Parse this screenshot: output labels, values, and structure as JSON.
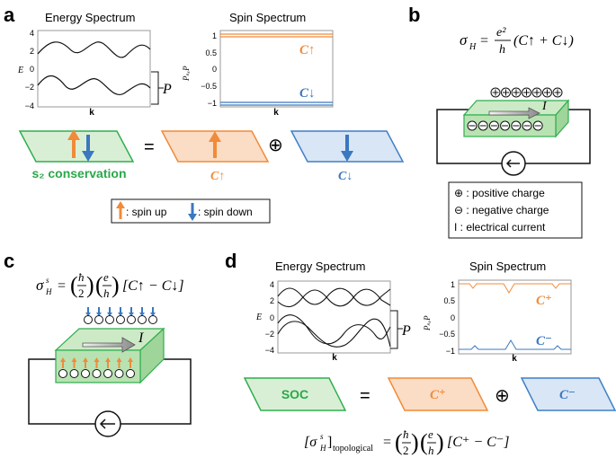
{
  "panels": {
    "a": {
      "label": "a",
      "energy_title": "Energy Spectrum",
      "spin_title": "Spin Spectrum",
      "energy_ylabel": "E",
      "energy_yticks": [
        "4",
        "2",
        "0",
        "−2",
        "−4"
      ],
      "energy_xlabel": "k",
      "band_label": "P",
      "spin_ylabel": "PₛₓP",
      "spin_yticks": [
        "1",
        "0.5",
        "0",
        "−0.5",
        "−1"
      ],
      "spin_xlabel": "k",
      "c_up": "C↑",
      "c_down": "C↓",
      "conservation_label": "s₂ conservation",
      "equals": "=",
      "oplus": "⊕",
      "legend_up": ": spin up",
      "legend_down": ": spin down"
    },
    "b": {
      "label": "b",
      "formula": "σH = (e²/h)(C↑ + C↓)",
      "formula_lhs": "σ",
      "formula_lhs_sub": "H",
      "formula_eq": "=",
      "formula_num": "e²",
      "formula_den": "h",
      "formula_paren": "(C↑ + C↓)",
      "current_label": "I",
      "legend_pos": "⊕ : positive charge",
      "legend_neg": "⊖ : negative charge",
      "legend_cur": "I  : electrical current"
    },
    "c": {
      "label": "c",
      "formula_lhs": "σ",
      "formula_lhs_sup": "s",
      "formula_lhs_sub": "H",
      "formula_eq": "=",
      "formula_num1": "ħ",
      "formula_den1": "2",
      "formula_num2": "e",
      "formula_den2": "h",
      "formula_tail": "[C↑ − C↓]",
      "current_label": "I"
    },
    "d": {
      "label": "d",
      "energy_title": "Energy Spectrum",
      "spin_title": "Spin Spectrum",
      "energy_ylabel": "E",
      "energy_yticks": [
        "4",
        "2",
        "0",
        "−2",
        "−4"
      ],
      "energy_xlabel": "k",
      "band_label": "P",
      "spin_ylabel": "PₛₓP",
      "spin_yticks": [
        "1",
        "0.5",
        "0",
        "−0.5",
        "−1"
      ],
      "spin_xlabel": "k",
      "c_plus": "C⁺",
      "c_minus": "C⁻",
      "soc_label": "SOC",
      "equals": "=",
      "oplus": "⊕",
      "bottom_formula_lhs": "[σ",
      "bottom_formula_sup": "s",
      "bottom_formula_sub": "H",
      "bottom_formula_bracket": "]",
      "bottom_formula_topo": "topological",
      "bottom_formula_eq": "=",
      "bottom_formula_num1": "ħ",
      "bottom_formula_den1": "2",
      "bottom_formula_num2": "e",
      "bottom_formula_den2": "h",
      "bottom_formula_tail": "[C⁺ − C⁻]"
    }
  },
  "colors": {
    "green_fill": "#d9efd5",
    "green_edge": "#2fae4e",
    "green_text": "#2aa84a",
    "orange_fill": "#fbdcc4",
    "orange_edge": "#f08b3a",
    "orange": "#f08b3a",
    "blue_fill": "#d8e6f5",
    "blue_edge": "#3f7fc7",
    "blue": "#3a78c0",
    "box": "#e8f5e4"
  }
}
